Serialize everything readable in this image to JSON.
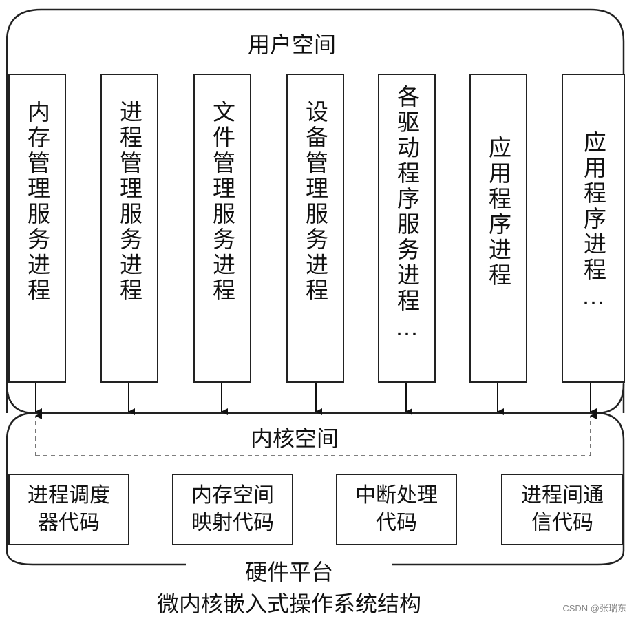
{
  "user_space": {
    "title": "用户空间",
    "processes": [
      {
        "label": "内存管理服务进程"
      },
      {
        "label": "进程管理服务进程"
      },
      {
        "label": "文件管理服务进程"
      },
      {
        "label": "设备管理服务进程"
      },
      {
        "label": "各驱动程序服务进程…"
      },
      {
        "label": "应用程序进程"
      },
      {
        "label": "应用程序进程…"
      }
    ]
  },
  "kernel_space": {
    "title": "内核空间",
    "modules": [
      {
        "line1": "进程调度",
        "line2": "器代码"
      },
      {
        "line1": "内存空间",
        "line2": "映射代码"
      },
      {
        "line1": "中断处理",
        "line2": "代码"
      },
      {
        "line1": "进程间通",
        "line2": "信代码"
      }
    ]
  },
  "hardware_label": "硬件平台",
  "caption": "微内核嵌入式操作系统结构",
  "watermark": "CSDN @张瑞东"
}
